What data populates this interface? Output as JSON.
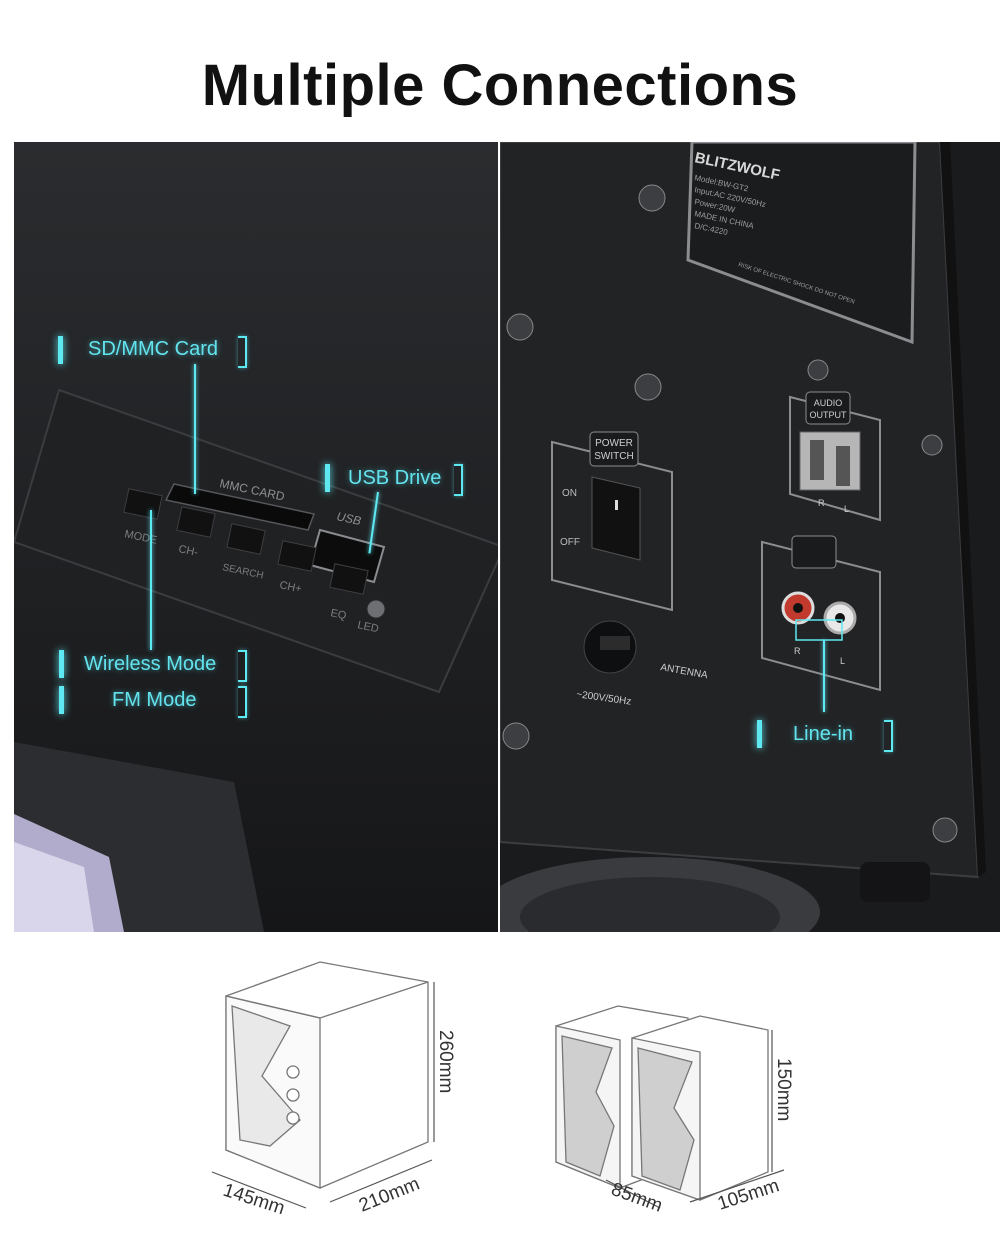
{
  "title": "Multiple Connections",
  "left_panel": {
    "control_labels": {
      "sd_slot": "MMC CARD",
      "usb": "USB",
      "mode": "MODE",
      "ch_minus": "CH-",
      "search": "SEARCH",
      "ch_plus": "CH+",
      "eq": "EQ",
      "led": "LED"
    },
    "callouts": {
      "sd": "SD/MMC Card",
      "usb": "USB Drive",
      "wireless": "Wireless Mode",
      "fm": "FM Mode"
    }
  },
  "right_panel": {
    "label_plate": {
      "brand": "BLITZWOLF",
      "model": "Model:BW-GT2",
      "input": "Input:AC 220V/50Hz",
      "power": "Power:20W",
      "made_in": "MADE IN CHINA",
      "dc": "D/C:4220",
      "warning": "RISK OF ELECTRIC SHOCK DO NOT OPEN"
    },
    "power_switch": {
      "label_top": "POWER",
      "label_bottom": "SWITCH",
      "on": "ON",
      "off": "OFF"
    },
    "antenna": "ANTENNA",
    "voltage": "~200V/50Hz",
    "audio_output": {
      "label_top": "AUDIO",
      "label_bottom": "OUTPUT",
      "r": "R",
      "l": "L"
    },
    "audio_input": {
      "r": "R",
      "l": "L"
    },
    "callouts": {
      "line_in": "Line-in"
    }
  },
  "dimensions": {
    "subwoofer": {
      "height": "260mm",
      "width": "145mm",
      "depth": "210mm"
    },
    "satellite": {
      "height": "150mm",
      "width": "85mm",
      "depth": "105mm"
    }
  },
  "colors": {
    "accent": "#5ee9f2",
    "panel": "#1c1d1f"
  }
}
